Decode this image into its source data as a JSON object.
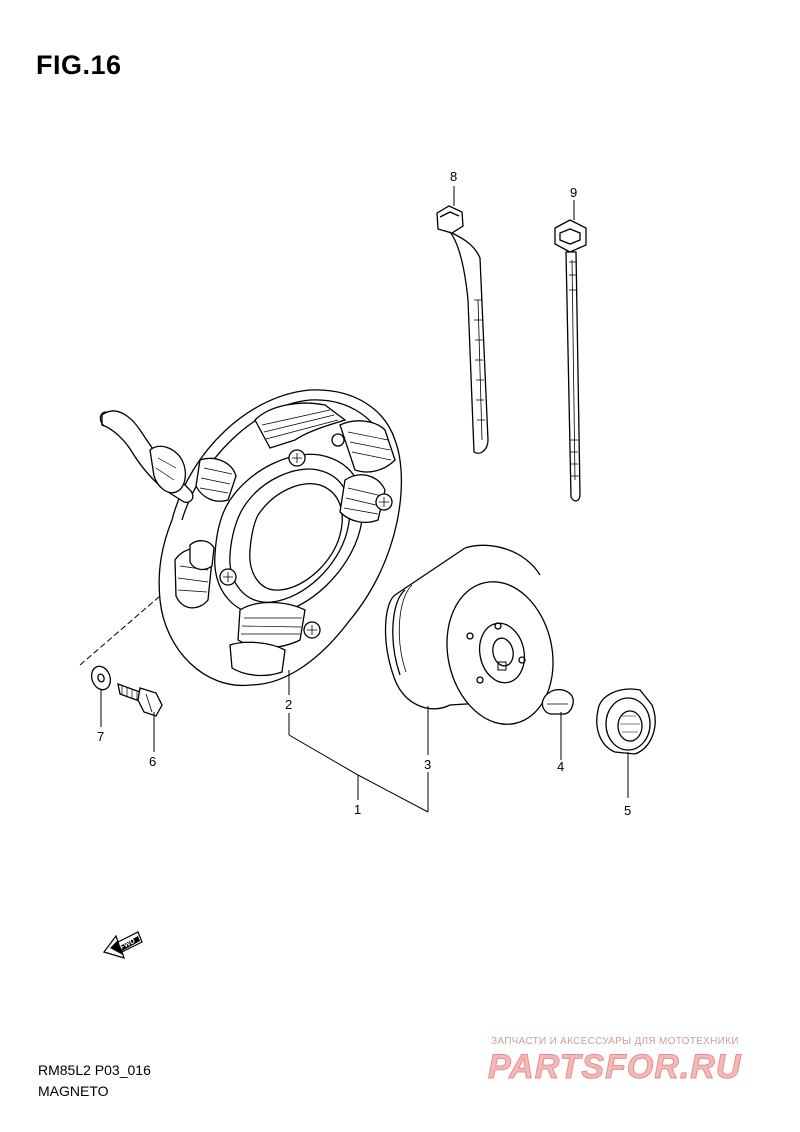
{
  "figure": {
    "title": "FIG.16"
  },
  "callouts": {
    "c1": "1",
    "c2": "2",
    "c3": "3",
    "c4": "4",
    "c5": "5",
    "c6": "6",
    "c7": "7",
    "c8": "8",
    "c9": "9"
  },
  "fwd_badge": "FWD",
  "footer": {
    "code": "RM85L2 P03_016",
    "name": "MAGNETO"
  },
  "watermark": {
    "caption": "ЗАПЧАСТИ И АКСЕССУАРЫ ДЛЯ МОТОТЕХНИКИ",
    "brand": "PARTSFOR.RU"
  }
}
